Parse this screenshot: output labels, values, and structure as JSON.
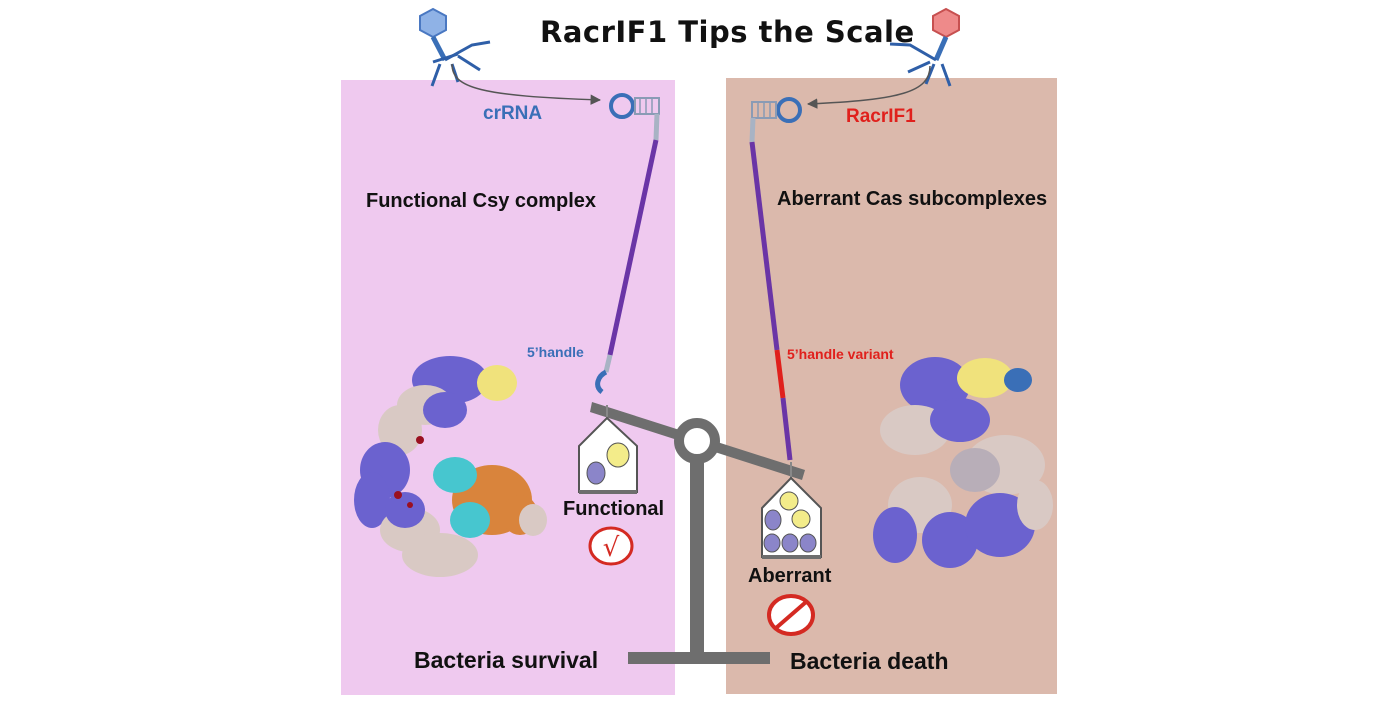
{
  "title": "RacrIF1 Tips the Scale",
  "left_panel": {
    "heading": "Functional Csy complex",
    "rna_label": "crRNA",
    "handle_label": "5’handle",
    "weight_label": "Functional",
    "outcome": "Bacteria survival",
    "status_symbol": "√",
    "color": "#efc9ef"
  },
  "right_panel": {
    "heading": "Aberrant Cas subcomplexes",
    "rna_label": "RacrIF1",
    "handle_label": "5’handle variant",
    "weight_label": "Aberrant",
    "outcome": "Bacteria death",
    "status_symbol": "prohibited-icon",
    "color": "#dbb9ac"
  },
  "colors": {
    "crrna_blue": "#3a6fb7",
    "racr_red": "#e0201c",
    "rna_purple": "#6a35a6",
    "scale_gray": "#6e6e6e",
    "phage_left_head": "#8fb2e6",
    "phage_right_head": "#ee8a8a",
    "protein_purple": "#6b62cf",
    "protein_beige": "#d9c9c4",
    "protein_yellow": "#f0e27c",
    "protein_orange": "#d9843c",
    "protein_cyan": "#47c6cf",
    "protein_red": "#9a1020"
  }
}
